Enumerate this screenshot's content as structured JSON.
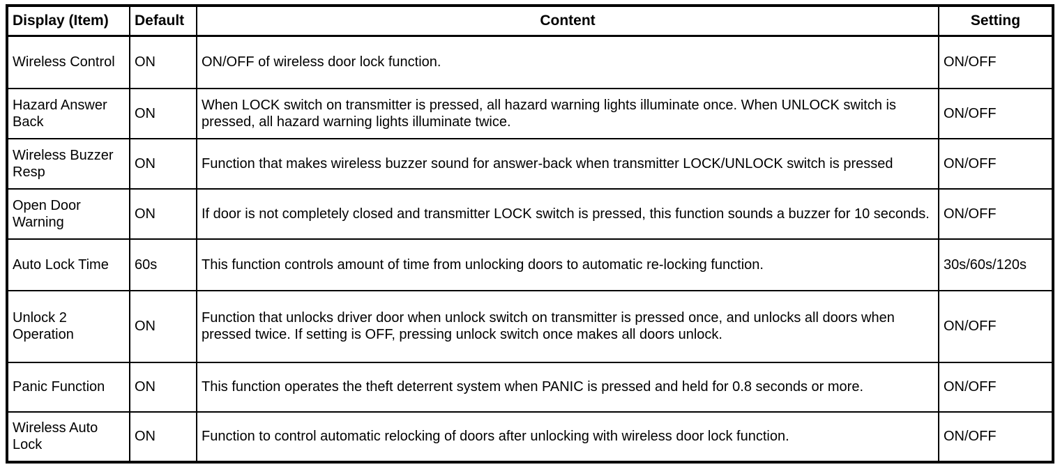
{
  "table": {
    "columns": {
      "item": "Display (Item)",
      "default": "Default",
      "content": "Content",
      "setting": "Setting"
    },
    "rows": [
      {
        "item": "Wireless Control",
        "default": "ON",
        "content": "ON/OFF of wireless door lock function.",
        "setting": "ON/OFF"
      },
      {
        "item": "Hazard Answer Back",
        "default": "ON",
        "content": "When LOCK switch on transmitter is pressed, all hazard warning lights illuminate once. When UNLOCK switch is pressed, all hazard warning lights illuminate twice.",
        "setting": "ON/OFF"
      },
      {
        "item": "Wireless Buzzer Resp",
        "default": "ON",
        "content": "Function that makes wireless buzzer sound for answer-back when transmitter LOCK/UNLOCK switch is pressed",
        "setting": "ON/OFF"
      },
      {
        "item": "Open Door Warning",
        "default": "ON",
        "content": "If door is not completely closed and transmitter LOCK switch is pressed, this function sounds a buzzer for 10 seconds.",
        "setting": "ON/OFF"
      },
      {
        "item": "Auto Lock Time",
        "default": "60s",
        "content": "This function controls amount of time from unlocking doors to automatic re-locking function.",
        "setting": "30s/60s/120s"
      },
      {
        "item": "Unlock 2 Operation",
        "default": "ON",
        "content": "Function that unlocks driver door when unlock switch on transmitter is pressed once, and unlocks all doors when pressed twice. If setting is OFF, pressing unlock switch once makes all doors unlock.",
        "setting": "ON/OFF"
      },
      {
        "item": "Panic Function",
        "default": "ON",
        "content": "This function operates the theft deterrent system when PANIC is pressed and held for 0.8 seconds or more.",
        "setting": "ON/OFF"
      },
      {
        "item": "Wireless Auto Lock",
        "default": "ON",
        "content": "Function to control automatic relocking of doors after unlocking with wireless door lock function.",
        "setting": "ON/OFF"
      }
    ]
  }
}
